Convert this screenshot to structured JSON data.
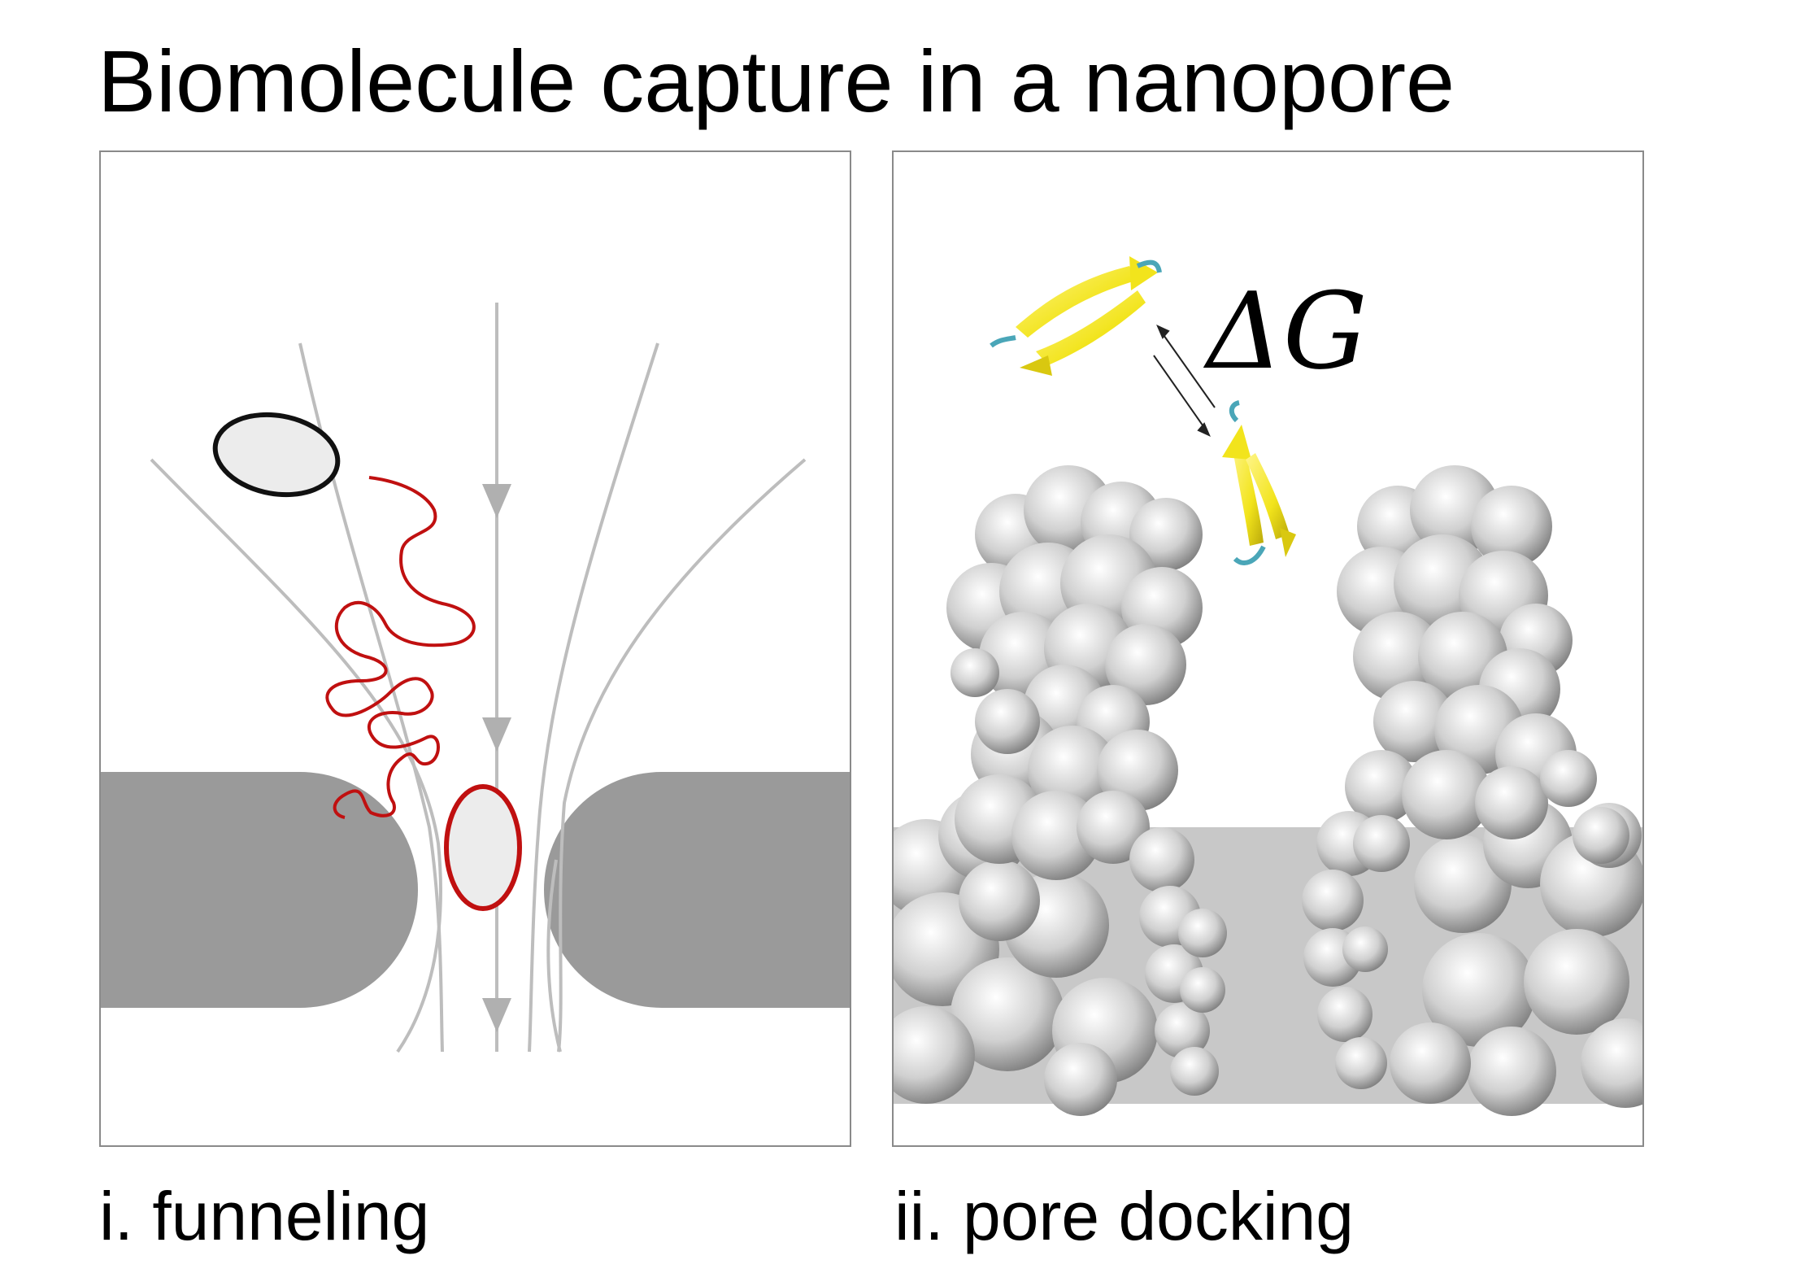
{
  "title": "Biomolecule capture in a nanopore",
  "panels": [
    {
      "caption": "i. funneling"
    },
    {
      "caption": "ii. pore docking",
      "free_energy_symbol": "ΔG"
    }
  ],
  "colors": {
    "membrane": "#9a9a9a",
    "field_lines": "#bdbdbd",
    "polymer": "#c01010",
    "free_molecule_outline": "#111111",
    "captured_molecule_outline": "#c01010",
    "molecule_fill": "#ececec",
    "beta_sheet": "#f2e41c",
    "loop": "#4aa6b8",
    "pore_protein": "#d2d2d2"
  }
}
